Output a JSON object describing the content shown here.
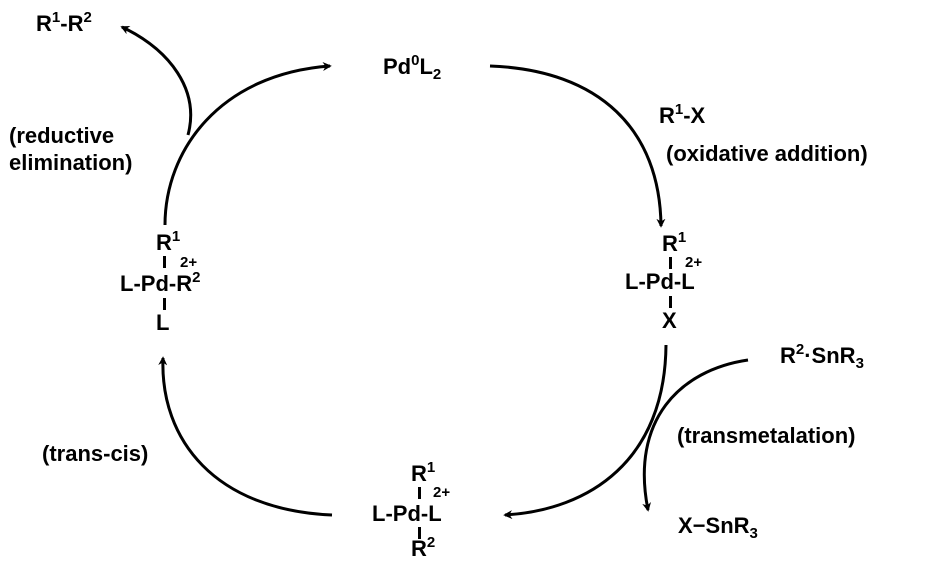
{
  "species": {
    "pd0": {
      "base": "Pd",
      "ox": "0",
      "ligand": "L",
      "ligand_count": "2"
    },
    "product": {
      "a": "R",
      "a_sup": "1",
      "sep": "-",
      "b": "R",
      "b_sup": "2"
    },
    "reagent1": {
      "a": "R",
      "a_sup": "1",
      "rest": "-X"
    },
    "reagent2": {
      "a": "R",
      "a_sup": "2",
      "rest": "·SnR",
      "sub": "3"
    },
    "byproduct": {
      "text": "X−SnR",
      "sub": "3"
    }
  },
  "steps": {
    "oxidative_addition": "(oxidative addition)",
    "transmetalation": "(transmetalation)",
    "trans_cis": "(trans-cis)",
    "reductive_elimination_line1": "(reductive",
    "reductive_elimination_line2": "elimination)"
  },
  "complexes": {
    "after_oxidative_addition": {
      "top": "R",
      "top_sup": "1",
      "charge": "2+",
      "middle": "L-Pd-L",
      "bottom": "X"
    },
    "after_transmetalation": {
      "top": "R",
      "top_sup": "1",
      "charge": "2+",
      "middle": "L-Pd-L",
      "bottom": "R",
      "bottom_sup": "2"
    },
    "cis_complex": {
      "top": "R",
      "top_sup": "1",
      "charge": "2+",
      "middle": "L-Pd-R",
      "middle_sup": "2",
      "bottom": "L"
    }
  }
}
